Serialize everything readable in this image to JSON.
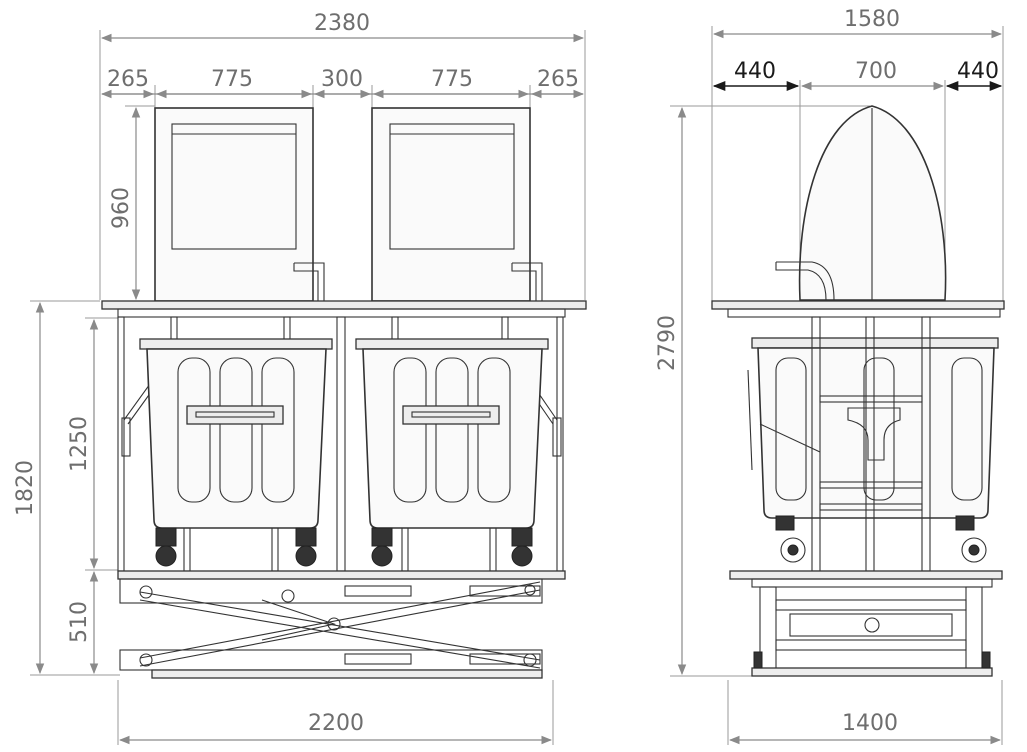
{
  "front_view": {
    "overall_width_top": "2380",
    "seg_1": "265",
    "seg_2": "775",
    "seg_3": "300",
    "seg_4": "775",
    "seg_5": "265",
    "cabinet_height": "960",
    "total_height": "1820",
    "frame_height": "1250",
    "lift_height": "510",
    "base_width": "2200"
  },
  "side_view": {
    "overall_width_top": "1580",
    "seg_left": "440",
    "seg_middle": "700",
    "seg_right": "440",
    "total_height": "2790",
    "base_width": "1400"
  }
}
